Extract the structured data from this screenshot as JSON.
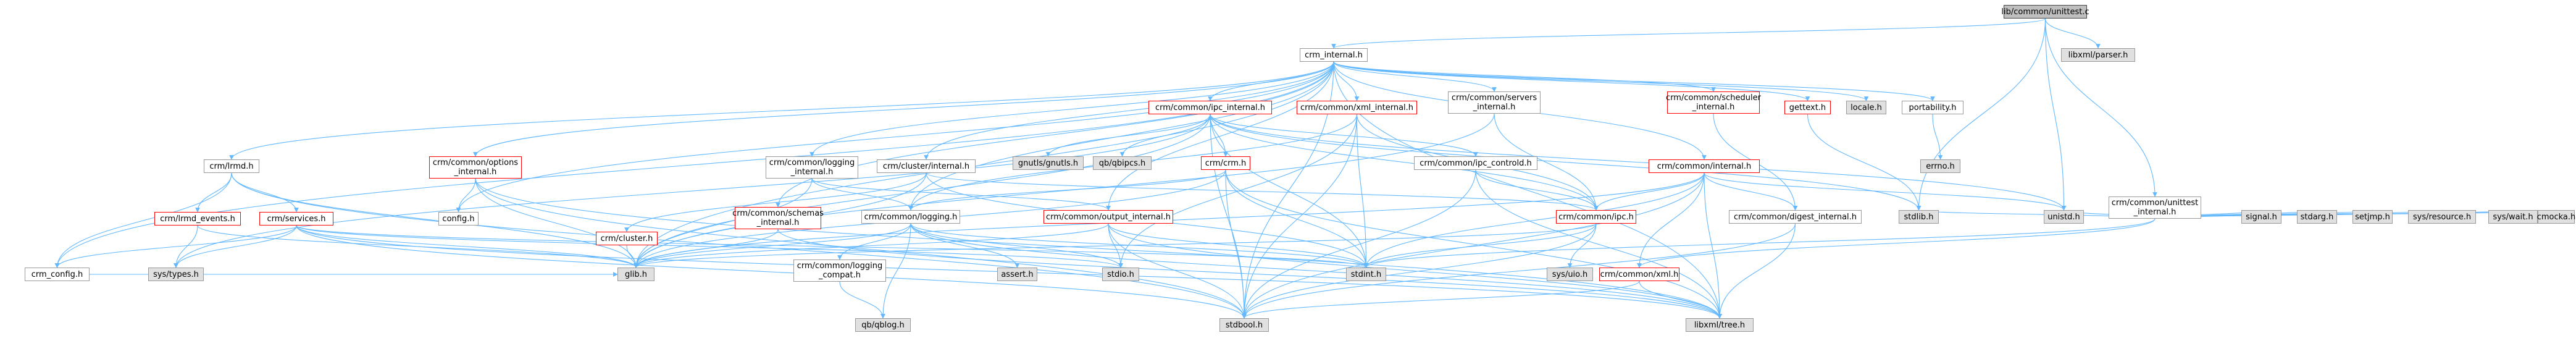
{
  "graph": {
    "nodes": [
      {
        "id": "root",
        "label": "lib/common/unittest.c",
        "kind": "root"
      },
      {
        "id": "internal",
        "label": "crm_internal.h",
        "kind": "normal"
      },
      {
        "id": "libxmlparser",
        "label": "libxml/parser.h",
        "kind": "sys"
      },
      {
        "id": "unittest_internal",
        "label": "crm/common/unittest\n_internal.h",
        "kind": "normal"
      },
      {
        "id": "lrmd",
        "label": "crm/lrmd.h",
        "kind": "normal"
      },
      {
        "id": "options_internal",
        "label": "crm/common/options\n_internal.h",
        "kind": "missing"
      },
      {
        "id": "logging_internal",
        "label": "crm/common/logging\n_internal.h",
        "kind": "normal"
      },
      {
        "id": "ipc_internal",
        "label": "crm/common/ipc_internal.h",
        "kind": "missing"
      },
      {
        "id": "cluster_internal",
        "label": "crm/cluster/internal.h",
        "kind": "normal"
      },
      {
        "id": "xml_internal",
        "label": "crm/common/xml_internal.h",
        "kind": "missing"
      },
      {
        "id": "servers_internal",
        "label": "crm/common/servers\n_internal.h",
        "kind": "normal"
      },
      {
        "id": "common_internal",
        "label": "crm/common/internal.h",
        "kind": "missing"
      },
      {
        "id": "scheduler_internal",
        "label": "crm/common/scheduler\n_internal.h",
        "kind": "missing"
      },
      {
        "id": "gettext",
        "label": "gettext.h",
        "kind": "missing"
      },
      {
        "id": "locale",
        "label": "locale.h",
        "kind": "sys"
      },
      {
        "id": "portability",
        "label": "portability.h",
        "kind": "normal"
      },
      {
        "id": "errno",
        "label": "errno.h",
        "kind": "sys"
      },
      {
        "id": "lrmd_events",
        "label": "crm/lrmd_events.h",
        "kind": "missing"
      },
      {
        "id": "services",
        "label": "crm/services.h",
        "kind": "missing"
      },
      {
        "id": "config",
        "label": "config.h",
        "kind": "normal"
      },
      {
        "id": "crm_config",
        "label": "crm_config.h",
        "kind": "normal"
      },
      {
        "id": "systypes",
        "label": "sys/types.h",
        "kind": "sys"
      },
      {
        "id": "glib",
        "label": "glib.h",
        "kind": "sys"
      },
      {
        "id": "gnutls",
        "label": "gnutls/gnutls.h",
        "kind": "sys"
      },
      {
        "id": "qbipcs",
        "label": "qb/qbipcs.h",
        "kind": "sys"
      },
      {
        "id": "crm",
        "label": "crm/crm.h",
        "kind": "missing"
      },
      {
        "id": "ipc_controld",
        "label": "crm/common/ipc_controld.h",
        "kind": "normal"
      },
      {
        "id": "cluster",
        "label": "crm/cluster.h",
        "kind": "missing"
      },
      {
        "id": "schemas_internal",
        "label": "crm/common/schemas\n_internal.h",
        "kind": "missing"
      },
      {
        "id": "logging",
        "label": "crm/common/logging.h",
        "kind": "normal"
      },
      {
        "id": "output_internal",
        "label": "crm/common/output_internal.h",
        "kind": "missing"
      },
      {
        "id": "ipc",
        "label": "crm/common/ipc.h",
        "kind": "missing"
      },
      {
        "id": "digest_internal",
        "label": "crm/common/digest_internal.h",
        "kind": "normal"
      },
      {
        "id": "stdlib",
        "label": "stdlib.h",
        "kind": "sys"
      },
      {
        "id": "unistd",
        "label": "unistd.h",
        "kind": "sys"
      },
      {
        "id": "signal",
        "label": "signal.h",
        "kind": "sys"
      },
      {
        "id": "stdarg",
        "label": "stdarg.h",
        "kind": "sys"
      },
      {
        "id": "setjmp",
        "label": "setjmp.h",
        "kind": "sys"
      },
      {
        "id": "resource",
        "label": "sys/resource.h",
        "kind": "sys"
      },
      {
        "id": "wait",
        "label": "sys/wait.h",
        "kind": "sys"
      },
      {
        "id": "cmocka",
        "label": "cmocka.h",
        "kind": "sys"
      },
      {
        "id": "logging_compat",
        "label": "crm/common/logging\n_compat.h",
        "kind": "normal"
      },
      {
        "id": "assert",
        "label": "assert.h",
        "kind": "sys"
      },
      {
        "id": "stdio",
        "label": "stdio.h",
        "kind": "sys"
      },
      {
        "id": "stdint",
        "label": "stdint.h",
        "kind": "sys"
      },
      {
        "id": "sysuio",
        "label": "sys/uio.h",
        "kind": "sys"
      },
      {
        "id": "xml",
        "label": "crm/common/xml.h",
        "kind": "missing"
      },
      {
        "id": "qblog",
        "label": "qb/qblog.h",
        "kind": "sys"
      },
      {
        "id": "stdbool",
        "label": "stdbool.h",
        "kind": "sys"
      },
      {
        "id": "libxmltree",
        "label": "libxml/tree.h",
        "kind": "sys"
      }
    ],
    "edges": [
      [
        "root",
        "internal"
      ],
      [
        "root",
        "libxmlparser"
      ],
      [
        "root",
        "unittest_internal"
      ],
      [
        "root",
        "stdlib"
      ],
      [
        "root",
        "unistd"
      ],
      [
        "internal",
        "lrmd"
      ],
      [
        "internal",
        "options_internal"
      ],
      [
        "internal",
        "logging_internal"
      ],
      [
        "internal",
        "ipc_internal"
      ],
      [
        "internal",
        "cluster_internal"
      ],
      [
        "internal",
        "xml_internal"
      ],
      [
        "internal",
        "servers_internal"
      ],
      [
        "internal",
        "common_internal"
      ],
      [
        "internal",
        "scheduler_internal"
      ],
      [
        "internal",
        "gettext"
      ],
      [
        "internal",
        "locale"
      ],
      [
        "internal",
        "portability"
      ],
      [
        "internal",
        "config"
      ],
      [
        "internal",
        "glib"
      ],
      [
        "internal",
        "stdbool"
      ],
      [
        "internal",
        "libxmltree"
      ],
      [
        "internal",
        "schemas_internal"
      ],
      [
        "internal",
        "output_internal"
      ],
      [
        "internal",
        "logging"
      ],
      [
        "internal",
        "crm_config"
      ],
      [
        "portability",
        "errno"
      ],
      [
        "gettext",
        "stdlib"
      ],
      [
        "lrmd",
        "lrmd_events"
      ],
      [
        "lrmd",
        "services"
      ],
      [
        "lrmd",
        "glib"
      ],
      [
        "lrmd",
        "crm_config"
      ],
      [
        "lrmd",
        "stdbool"
      ],
      [
        "lrmd_events",
        "systypes"
      ],
      [
        "lrmd_events",
        "glib"
      ],
      [
        "services",
        "glib"
      ],
      [
        "services",
        "systypes"
      ],
      [
        "services",
        "stdio"
      ],
      [
        "services",
        "stdint"
      ],
      [
        "services",
        "crm_config"
      ],
      [
        "services",
        "stdbool"
      ],
      [
        "services",
        "libxmltree"
      ],
      [
        "options_internal",
        "glib"
      ],
      [
        "options_internal",
        "config"
      ],
      [
        "options_internal",
        "stdbool"
      ],
      [
        "options_internal",
        "libxmltree"
      ],
      [
        "logging_internal",
        "glib"
      ],
      [
        "logging_internal",
        "logging"
      ],
      [
        "logging_internal",
        "output_internal"
      ],
      [
        "ipc_internal",
        "gnutls"
      ],
      [
        "ipc_internal",
        "qbipcs"
      ],
      [
        "ipc_internal",
        "crm"
      ],
      [
        "ipc_internal",
        "ipc_controld"
      ],
      [
        "ipc_internal",
        "glib"
      ],
      [
        "ipc_internal",
        "stdint"
      ],
      [
        "ipc_internal",
        "stdbool"
      ],
      [
        "ipc_internal",
        "systypes"
      ],
      [
        "ipc_internal",
        "stdlib"
      ],
      [
        "ipc_internal",
        "ipc"
      ],
      [
        "ipc_internal",
        "unistd"
      ],
      [
        "crm",
        "glib"
      ],
      [
        "crm",
        "stdbool"
      ],
      [
        "crm",
        "libxmltree"
      ],
      [
        "crm",
        "logging"
      ],
      [
        "crm",
        "stdint"
      ],
      [
        "ipc_controld",
        "ipc"
      ],
      [
        "ipc_controld",
        "stdbool"
      ],
      [
        "ipc_controld",
        "libxmltree"
      ],
      [
        "cluster_internal",
        "cluster"
      ],
      [
        "cluster_internal",
        "glib"
      ],
      [
        "cluster_internal",
        "stdint"
      ],
      [
        "cluster_internal",
        "ipc"
      ],
      [
        "cluster",
        "glib"
      ],
      [
        "xml_internal",
        "stdio"
      ],
      [
        "xml_internal",
        "stdbool"
      ],
      [
        "xml_internal",
        "stdint"
      ],
      [
        "xml_internal",
        "logging"
      ],
      [
        "xml_internal",
        "ipc"
      ],
      [
        "servers_internal",
        "glib"
      ],
      [
        "servers_internal",
        "ipc"
      ],
      [
        "common_internal",
        "glib"
      ],
      [
        "common_internal",
        "stdint"
      ],
      [
        "common_internal",
        "stdbool"
      ],
      [
        "common_internal",
        "unistd"
      ],
      [
        "common_internal",
        "digest_internal"
      ],
      [
        "common_internal",
        "xml"
      ],
      [
        "common_internal",
        "libxmltree"
      ],
      [
        "common_internal",
        "ipc"
      ],
      [
        "scheduler_internal",
        "digest_internal"
      ],
      [
        "schemas_internal",
        "glib"
      ],
      [
        "schemas_internal",
        "libxmltree"
      ],
      [
        "logging",
        "glib"
      ],
      [
        "logging",
        "stdio"
      ],
      [
        "logging",
        "stdint"
      ],
      [
        "logging",
        "assert"
      ],
      [
        "logging",
        "qblog"
      ],
      [
        "logging",
        "logging_compat"
      ],
      [
        "logging",
        "libxmltree"
      ],
      [
        "logging_compat",
        "qblog"
      ],
      [
        "output_internal",
        "glib"
      ],
      [
        "output_internal",
        "stdio"
      ],
      [
        "output_internal",
        "stdbool"
      ],
      [
        "output_internal",
        "stdint"
      ],
      [
        "output_internal",
        "libxmltree"
      ],
      [
        "ipc",
        "sysuio"
      ],
      [
        "ipc",
        "glib"
      ],
      [
        "ipc",
        "stdint"
      ],
      [
        "ipc",
        "stdbool"
      ],
      [
        "digest_internal",
        "stdbool"
      ],
      [
        "digest_internal",
        "libxmltree"
      ],
      [
        "xml",
        "stdbool"
      ],
      [
        "xml",
        "libxmltree"
      ],
      [
        "unittest_internal",
        "signal"
      ],
      [
        "unittest_internal",
        "stdarg"
      ],
      [
        "unittest_internal",
        "setjmp"
      ],
      [
        "unittest_internal",
        "resource"
      ],
      [
        "unittest_internal",
        "wait"
      ],
      [
        "unittest_internal",
        "cmocka"
      ],
      [
        "unittest_internal",
        "unistd"
      ],
      [
        "unittest_internal",
        "stdlib"
      ],
      [
        "unittest_internal",
        "xml"
      ],
      [
        "unittest_internal",
        "stdint"
      ],
      [
        "crm_config",
        "glib"
      ]
    ]
  },
  "colors": {
    "edge": "#63b8ff",
    "box_border": "#999999",
    "missing_border": "#ff0000",
    "sys_fill": "#e0e0e0",
    "root_fill": "#bfbfbf"
  }
}
